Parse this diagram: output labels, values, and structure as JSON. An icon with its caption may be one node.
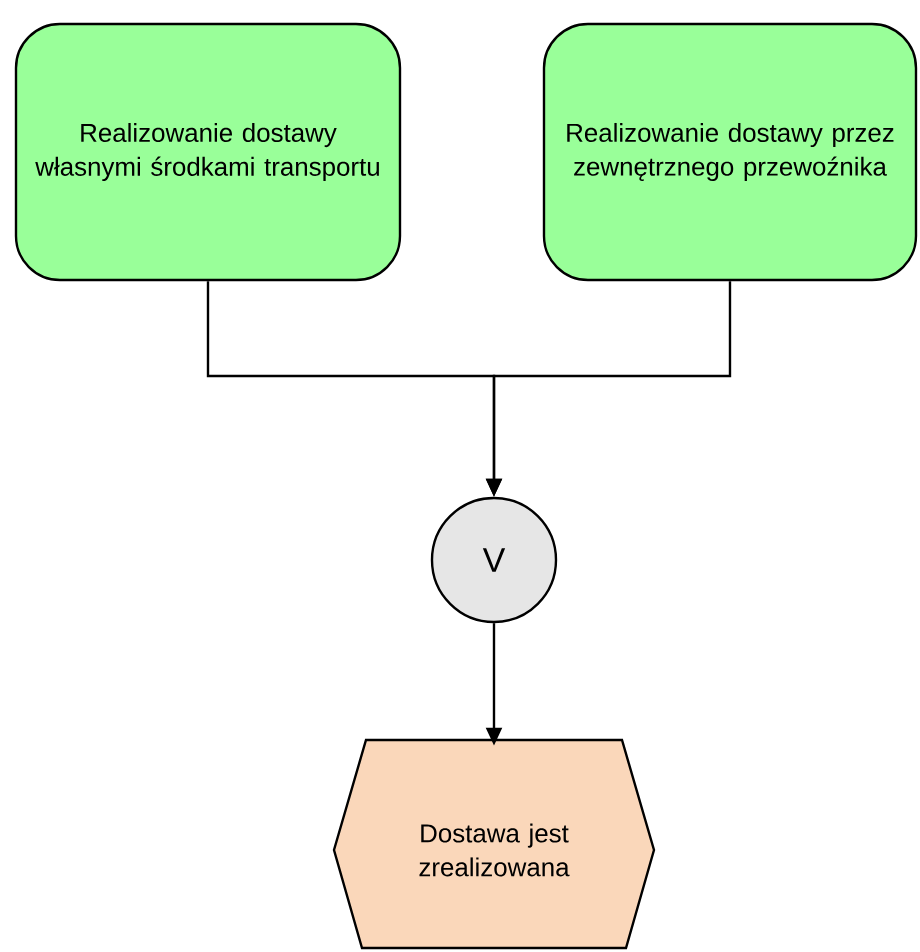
{
  "diagram": {
    "nodes": [
      {
        "text": [
          "Realizowanie dostawy własnymi środkami transportu"
        ]
      },
      {
        "text": [
          "Realizowanie dostawy przez zewnętrznego przewoźnika"
        ]
      },
      {
        "text": [
          "V"
        ]
      },
      {
        "text": [
          "Dostawa jest zrealizowana"
        ]
      }
    ],
    "edges": [
      {
        "from": 0,
        "to": 2,
        "arrow": "to"
      },
      {
        "from": 1,
        "to": 2,
        "arrow": "to"
      },
      {
        "from": 2,
        "to": 3,
        "arrow": "to"
      }
    ]
  }
}
